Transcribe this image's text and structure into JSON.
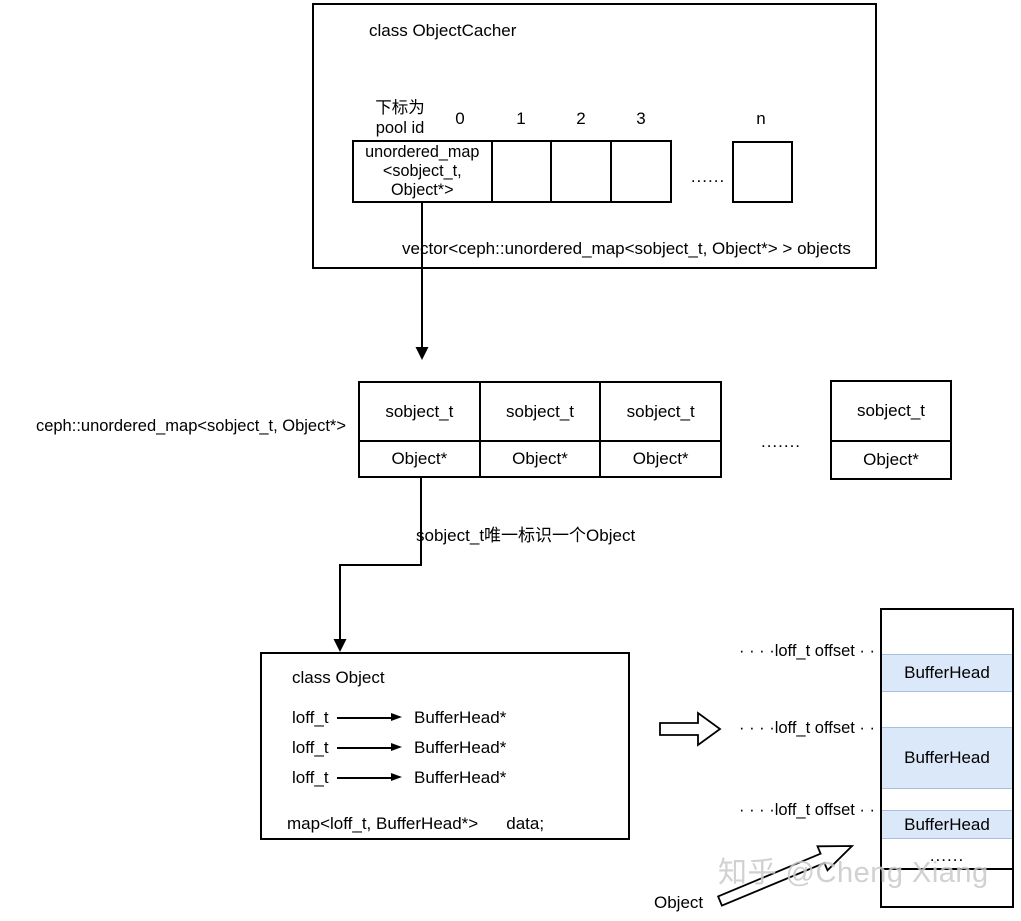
{
  "object_cacher": {
    "title": "class ObjectCacher",
    "index_note": [
      "下标为",
      "pool id"
    ],
    "indices": [
      "0",
      "1",
      "2",
      "3"
    ],
    "index_n": "n",
    "map_cell_lines": [
      "unordered_map",
      "<sobject_t,",
      "Object*>"
    ],
    "ellipsis": "......",
    "vector_decl": "vector<ceph::unordered_map<sobject_t, Object*> > objects"
  },
  "hash_map": {
    "label": "ceph::unordered_map<sobject_t, Object*>",
    "entries": [
      {
        "key": "sobject_t",
        "value": "Object*"
      },
      {
        "key": "sobject_t",
        "value": "Object*"
      },
      {
        "key": "sobject_t",
        "value": "Object*"
      }
    ],
    "ellipsis": ".......",
    "last_entry": {
      "key": "sobject_t",
      "value": "Object*"
    }
  },
  "note": "sobject_t唯一标识一个Object",
  "object_class": {
    "title": "class Object",
    "mappings": [
      {
        "key": "loff_t",
        "value": "BufferHead*"
      },
      {
        "key": "loff_t",
        "value": "BufferHead*"
      },
      {
        "key": "loff_t",
        "value": "BufferHead*"
      }
    ],
    "map_decl": "map<loff_t, BufferHead*>",
    "member_name": "data;"
  },
  "buffer_diagram": {
    "offset_label": "· · · ·loff_t offset · ·",
    "cells": [
      "BufferHead",
      "BufferHead",
      "BufferHead"
    ],
    "ellipsis": "......",
    "pointer_label": "Object"
  },
  "watermark": "知乎 @Cheng Xiang",
  "colors": {
    "line": "#000000",
    "bufferhead_fill": "#dbe8f9",
    "bufferhead_border": "#a8c0dd",
    "watermark_gray": "#c9c9c9"
  }
}
